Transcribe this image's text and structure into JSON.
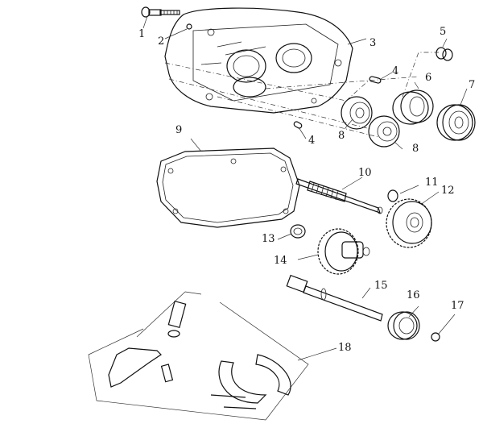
{
  "diagram": {
    "type": "exploded-parts-diagram",
    "callouts": [
      {
        "id": "c1",
        "label": "1"
      },
      {
        "id": "c2",
        "label": "2"
      },
      {
        "id": "c3",
        "label": "3"
      },
      {
        "id": "c4a",
        "label": "4"
      },
      {
        "id": "c4b",
        "label": "4"
      },
      {
        "id": "c5",
        "label": "5"
      },
      {
        "id": "c6",
        "label": "6"
      },
      {
        "id": "c7",
        "label": "7"
      },
      {
        "id": "c8a",
        "label": "8"
      },
      {
        "id": "c8b",
        "label": "8"
      },
      {
        "id": "c9",
        "label": "9"
      },
      {
        "id": "c10",
        "label": "10"
      },
      {
        "id": "c11",
        "label": "11"
      },
      {
        "id": "c12",
        "label": "12"
      },
      {
        "id": "c13",
        "label": "13"
      },
      {
        "id": "c14",
        "label": "14"
      },
      {
        "id": "c15",
        "label": "15"
      },
      {
        "id": "c16",
        "label": "16"
      },
      {
        "id": "c17",
        "label": "17"
      },
      {
        "id": "c18",
        "label": "18"
      }
    ]
  }
}
